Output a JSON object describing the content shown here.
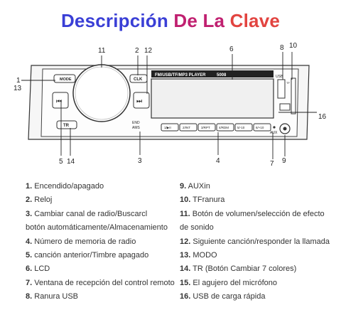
{
  "title": {
    "part1": "Descripción",
    "part2": "De La",
    "part3": "Clave"
  },
  "unit": {
    "display_text": "FM/USB/TF/MP3 PLAYER",
    "model": "5008",
    "btn_mode": "MODE",
    "btn_clk": "CLK",
    "btn_next": "⏭",
    "btn_prev": "⏮",
    "btn_tr": "TR",
    "btn_end": "END",
    "btn_ams": "AMS",
    "presets": [
      "1/▶II",
      "2/INT",
      "3/RPT",
      "4/RDM",
      "5/-10",
      "6/+10"
    ],
    "usb_label": "USB",
    "aux_label": "AUX",
    "tf_label": "TF"
  },
  "callouts": {
    "c1": "1",
    "c2": "2",
    "c3": "3",
    "c4": "4",
    "c5": "5",
    "c6": "6",
    "c7": "7",
    "c8": "8",
    "c9": "9",
    "c10": "10",
    "c11": "11",
    "c12": "12",
    "c13": "13",
    "c14": "14",
    "c16": "16"
  },
  "legend_left": [
    {
      "n": "1.",
      "t": "Encendido/apagado"
    },
    {
      "n": "2.",
      "t": "Reloj"
    },
    {
      "n": "3.",
      "t": "Cambiar canal de radio/Buscarcl"
    },
    {
      "n": "",
      "t": "botón automáticamente/Almacenamiento"
    },
    {
      "n": "4.",
      "t": "Número de memoria de radio"
    },
    {
      "n": "5.",
      "t": "canción anterior/Timbre apagado"
    },
    {
      "n": "6.",
      "t": "LCD"
    },
    {
      "n": "7.",
      "t": " Ventana de recepción del control remoto"
    },
    {
      "n": "8.",
      "t": "Ranura USB"
    }
  ],
  "legend_right": [
    {
      "n": "9.",
      "t": "AUXin"
    },
    {
      "n": "10.",
      "t": "TFranura"
    },
    {
      "n": "11.",
      "t": "Botón de volumen/selección de efecto"
    },
    {
      "n": "",
      "t": "de sonido"
    },
    {
      "n": "12.",
      "t": "Siguiente canción/responder la llamada"
    },
    {
      "n": "13.",
      "t": "MODO"
    },
    {
      "n": "14.",
      "t": "TR (Botón Cambiar 7 colores)"
    },
    {
      "n": "15.",
      "t": "El agujero del micrófono"
    },
    {
      "n": "16.",
      "t": "USB de carga rápida"
    }
  ]
}
